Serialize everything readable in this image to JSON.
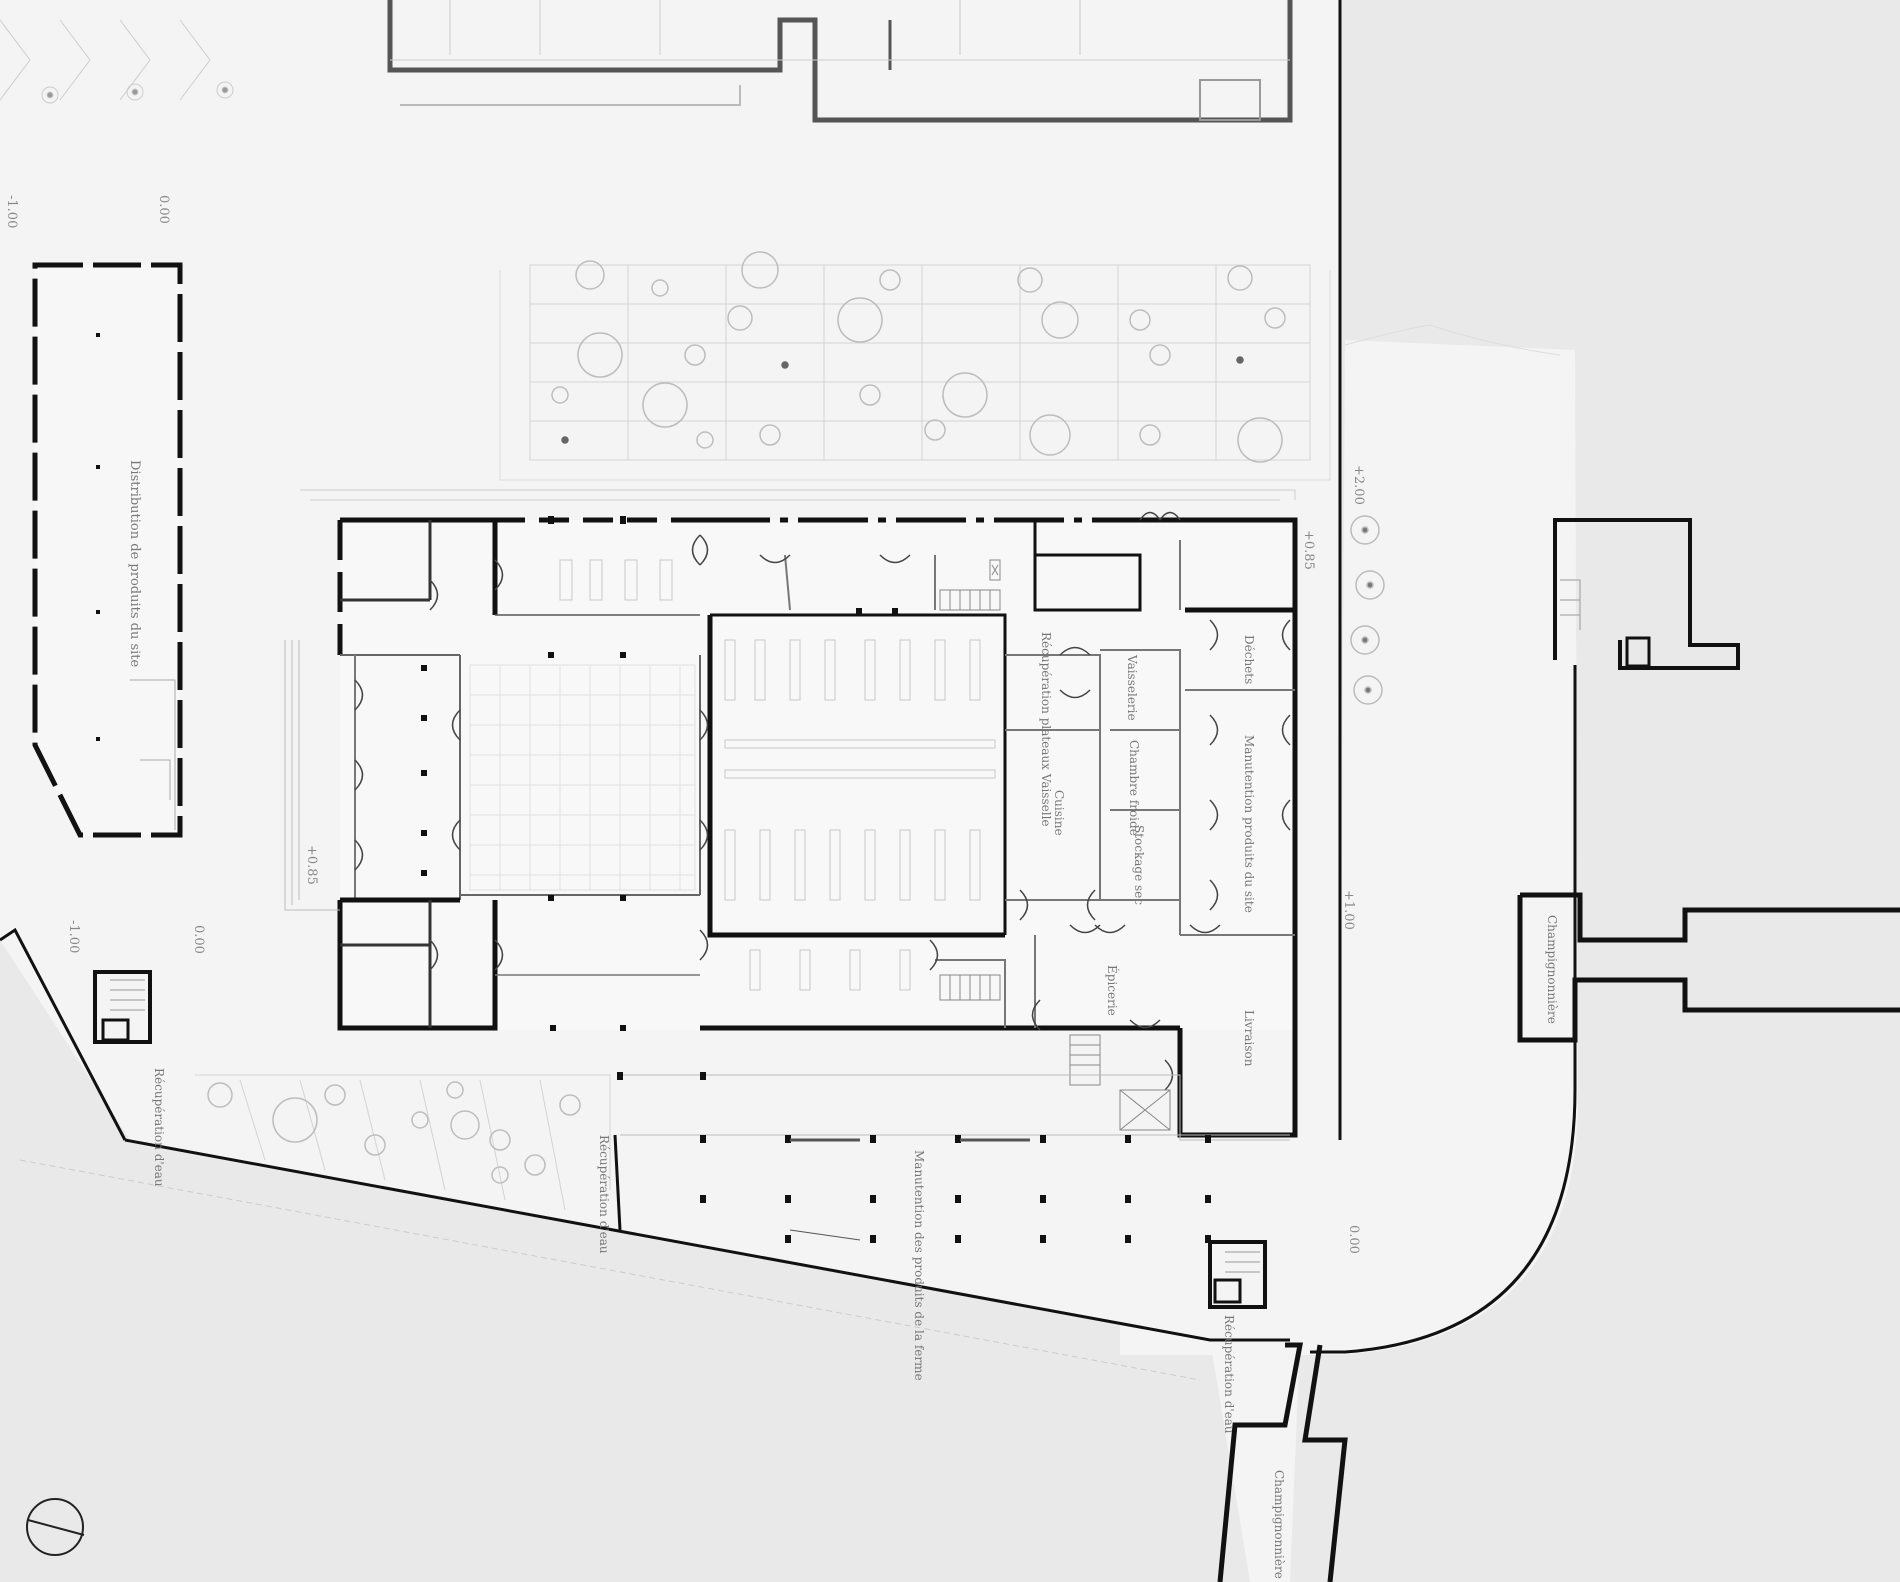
{
  "labels": {
    "distribution": "Distribution de produits du site",
    "recuperation_plateaux": "Récupération plateaux Vaisselle",
    "vaisselerie": "Vaisselerie",
    "chambre_froide": "Chambre froide",
    "stockage_sec": "Stockage sec",
    "cuisine": "Cuisine",
    "dechets": "Déchets",
    "manutention_site": "Manutention produits du site",
    "epicerie": "Épicerie",
    "livraison": "Livraison",
    "manutention_ferme": "Manutention des produits de la ferme",
    "recuperation_eau_1": "Récupération d'eau",
    "recuperation_eau_2": "Récupération d'eau",
    "recuperation_eau_3": "Récupération d'eau",
    "champignonniere_1": "Champignonnière",
    "champignonniere_2": "Champignonnière"
  },
  "levels": {
    "l_m100_a": "-1.00",
    "l_000_a": "0.00",
    "l_p085_a": "+0.85",
    "l_p085_b": "+0.85",
    "l_p200": "+2.00",
    "l_p100": "+1.00",
    "l_m100_b": "-1.00",
    "l_000_b": "0.00",
    "l_000_c": "0.00"
  },
  "colors": {
    "ground": "#e9e9e9",
    "site": "#f4f4f4",
    "wall": "#111111",
    "context_wall": "#555555",
    "light_line": "#c9c9c9",
    "trees": "#bdbdbd"
  }
}
